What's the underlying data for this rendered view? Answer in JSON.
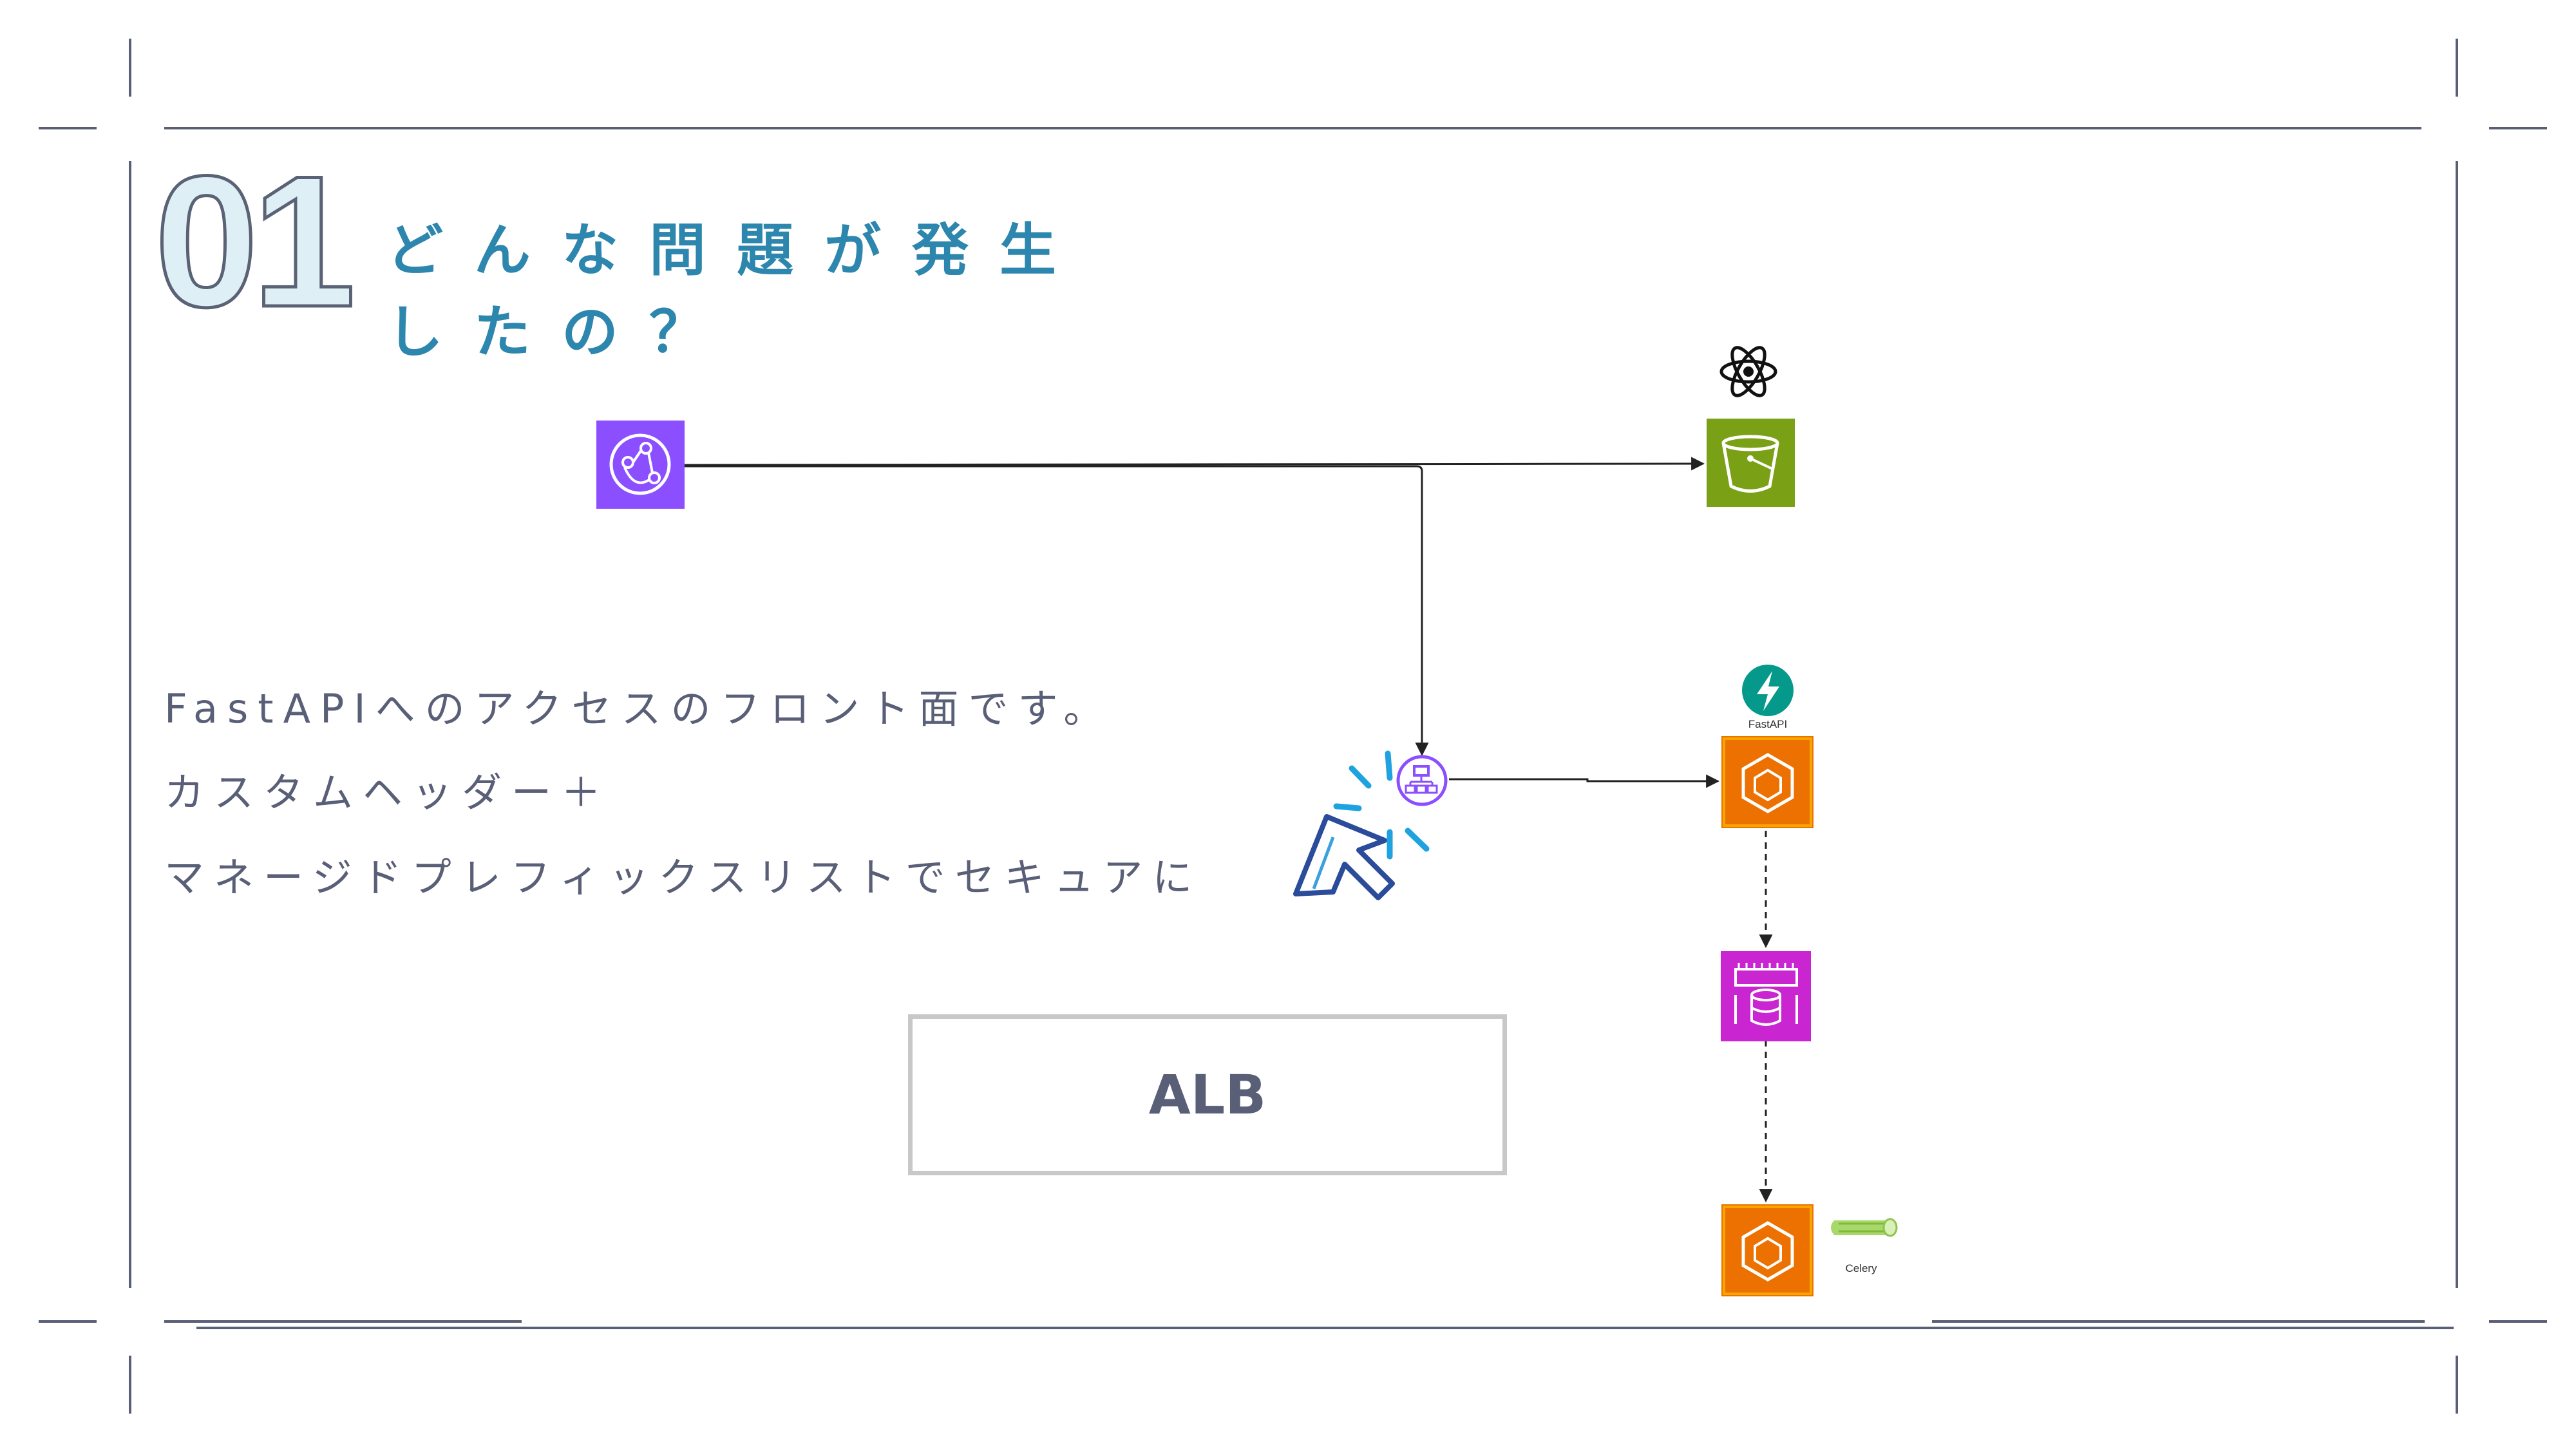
{
  "slide": {
    "number": "01",
    "title_line1": "どんな問題が発生",
    "title_line2": "したの？",
    "body_lines": [
      "FastAPIへのアクセスのフロント面です。",
      "カスタムヘッダー＋",
      "マネージドプレフィックスリストでセキュアに"
    ],
    "box_label": "ALB"
  },
  "diagram": {
    "labels": {
      "fastapi": "FastAPI",
      "celery": "Celery"
    },
    "icons": {
      "cloudfront": "cloudfront-icon",
      "s3": "s3-bucket-icon",
      "react": "react-icon",
      "fastapi": "fastapi-icon",
      "ecs_api": "ecs-container-icon",
      "alb": "load-balancer-icon",
      "cursor": "cursor-click-icon",
      "cache": "elasticache-icon",
      "ecs_worker": "ecs-container-icon",
      "celery": "celery-icon"
    },
    "colors": {
      "cloudfront": "#8c4fff",
      "s3": "#7aa116",
      "ecs": "#ed7100",
      "cache": "#c925d1",
      "fastapi": "#05998b",
      "accent": "#2c86ad",
      "frame": "#5a5f78"
    }
  }
}
